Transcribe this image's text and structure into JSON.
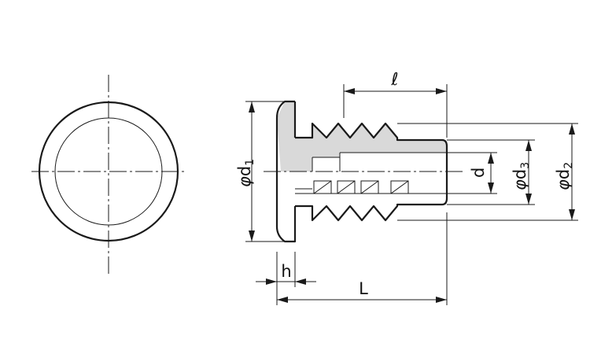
{
  "dimensions": {
    "l": "ℓ",
    "phi": "φ",
    "d1_base": "d",
    "d1_sub": "1",
    "d": "d",
    "d3_base": "d",
    "d3_sub": "3",
    "d2_base": "d",
    "d2_sub": "2",
    "h": "h",
    "L": "L"
  }
}
